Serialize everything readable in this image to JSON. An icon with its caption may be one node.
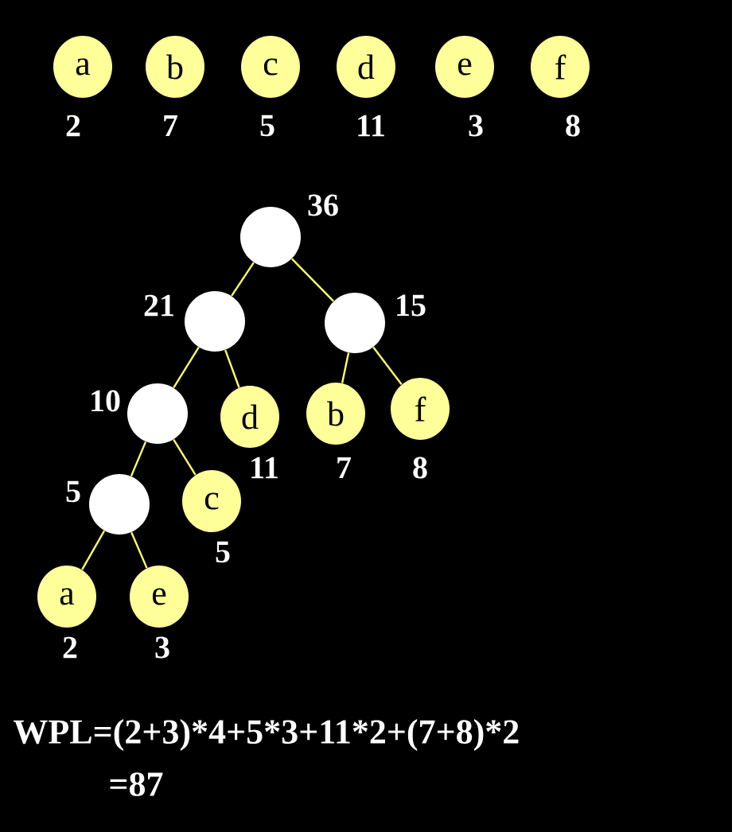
{
  "diagram": {
    "nodes": [
      {
        "text": [
          "a"
        ],
        "beside": [
          "2"
        ]
      },
      {
        "text": [
          "b"
        ],
        "beside": [
          "7"
        ]
      },
      {
        "text": [
          "c"
        ],
        "beside": [
          "5"
        ]
      },
      {
        "text": [
          "d"
        ],
        "beside": [
          "11"
        ]
      },
      {
        "text": [
          "e"
        ],
        "beside": [
          "3"
        ]
      },
      {
        "text": [
          "f"
        ],
        "beside": [
          "8"
        ]
      },
      {
        "text": [],
        "shape": "circle",
        "beside": [
          "36"
        ]
      },
      {
        "text": [],
        "shape": "circle",
        "beside": [
          "21"
        ]
      },
      {
        "text": [],
        "shape": "circle",
        "beside": [
          "15"
        ]
      },
      {
        "text": [],
        "shape": "circle",
        "beside": [
          "10"
        ]
      },
      {
        "text": [
          "d"
        ],
        "beside": [
          "11"
        ]
      },
      {
        "text": [
          "b"
        ],
        "beside": [
          "7"
        ]
      },
      {
        "text": [
          "f"
        ],
        "beside": [
          "8"
        ]
      },
      {
        "text": [],
        "shape": "circle",
        "beside": [
          "5"
        ]
      },
      {
        "text": [
          "c"
        ],
        "beside": [
          "5"
        ]
      },
      {
        "text": [
          "a"
        ],
        "beside": [
          "2"
        ]
      },
      {
        "text": [
          "e"
        ],
        "beside": [
          "3"
        ]
      }
    ],
    "edges": [
      {
        "from": 6,
        "to": 7,
        "arrow": "none"
      },
      {
        "from": 6,
        "to": 8,
        "arrow": "none"
      },
      {
        "from": 7,
        "to": 9,
        "arrow": "none"
      },
      {
        "from": 7,
        "to": 10,
        "arrow": "none"
      },
      {
        "from": 8,
        "to": 11,
        "arrow": "none"
      },
      {
        "from": 8,
        "to": 12,
        "arrow": "none"
      },
      {
        "from": 9,
        "to": 13,
        "arrow": "none"
      },
      {
        "from": 9,
        "to": 14,
        "arrow": "none"
      },
      {
        "from": 13,
        "to": 15,
        "arrow": "none"
      },
      {
        "from": 13,
        "to": 16,
        "arrow": "none"
      }
    ],
    "labels": [
      "WPL=(2+3)*4+5*3+11*2+(7+8)*2",
      "=87"
    ]
  }
}
